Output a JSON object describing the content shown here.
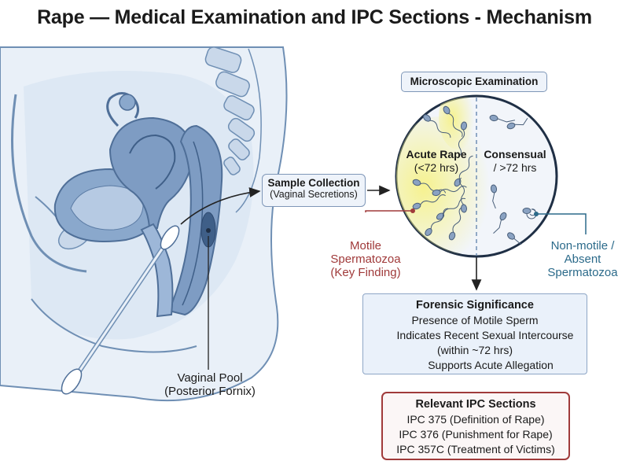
{
  "title": "Rape — Medical Examination and IPC Sections - Mechanism",
  "sample_collection": {
    "title": "Sample Collection",
    "subtitle": "(Vaginal Secretions)"
  },
  "vaginal_pool": {
    "line1": "Vaginal Pool",
    "line2": "(Posterior Fornix)"
  },
  "microscopic": {
    "title": "Microscopic Examination",
    "acute_title": "Acute Rape",
    "acute_time": "(<72 hrs)",
    "consensual_title": "Consensual",
    "consensual_time": "/ >72 hrs"
  },
  "motile_label": {
    "line1": "Motile",
    "line2": "Spermatozoa",
    "line3": "(Key Finding)"
  },
  "nonmotile_label": {
    "line1": "Non-motile /",
    "line2": "Absent",
    "line3": "Spermatozoa"
  },
  "forensic": {
    "title": "Forensic Significance",
    "line1": "Presence of Motile Sperm",
    "line2": "Indicates Recent Sexual Intercourse",
    "line3": "(within ~72 hrs)",
    "line4": "Supports Acute Allegation"
  },
  "ipc": {
    "title": "Relevant IPC Sections",
    "items": [
      "IPC 375 (Definition of Rape)",
      "IPC 376 (Punishment for Rape)",
      "IPC 357C (Treatment of Victims)"
    ]
  },
  "colors": {
    "accent_red": "#a03a3a",
    "accent_teal": "#2b6a8a",
    "anatomy_blue": "#6d8db3",
    "highlight_yellow": "#f3f19a"
  }
}
